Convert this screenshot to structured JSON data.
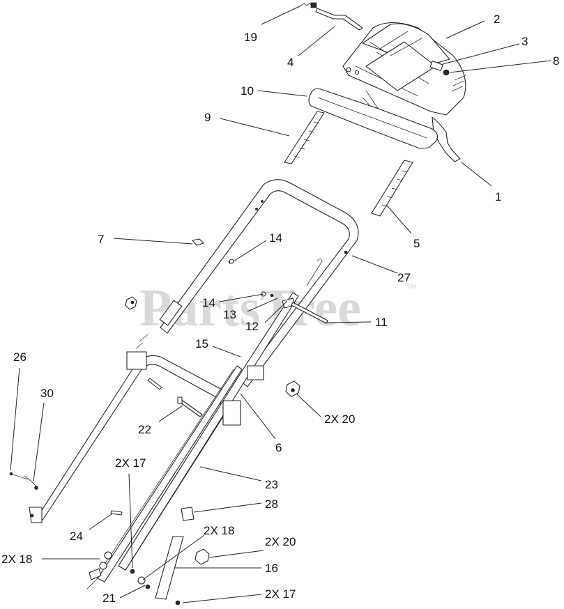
{
  "watermark": {
    "text": "PartsTree",
    "mark": "TM"
  },
  "callouts": [
    {
      "id": "c19",
      "label": "19"
    },
    {
      "id": "c2",
      "label": "2"
    },
    {
      "id": "c3",
      "label": "3"
    },
    {
      "id": "c8",
      "label": "8"
    },
    {
      "id": "c4",
      "label": "4"
    },
    {
      "id": "c10",
      "label": "10"
    },
    {
      "id": "c9",
      "label": "9"
    },
    {
      "id": "c1",
      "label": "1"
    },
    {
      "id": "c5",
      "label": "5"
    },
    {
      "id": "c7",
      "label": "7"
    },
    {
      "id": "c14a",
      "label": "14"
    },
    {
      "id": "c27",
      "label": "27"
    },
    {
      "id": "c14b",
      "label": "14"
    },
    {
      "id": "c13",
      "label": "13"
    },
    {
      "id": "c12",
      "label": "12"
    },
    {
      "id": "c11",
      "label": "11"
    },
    {
      "id": "c15",
      "label": "15"
    },
    {
      "id": "c26",
      "label": "26"
    },
    {
      "id": "c30",
      "label": "30"
    },
    {
      "id": "c2x20a",
      "label": "2X 20"
    },
    {
      "id": "c22",
      "label": "22"
    },
    {
      "id": "c6",
      "label": "6"
    },
    {
      "id": "c2x17a",
      "label": "2X 17"
    },
    {
      "id": "c23",
      "label": "23"
    },
    {
      "id": "c28",
      "label": "28"
    },
    {
      "id": "c24",
      "label": "24"
    },
    {
      "id": "c2x18a",
      "label": "2X 18"
    },
    {
      "id": "c2x20b",
      "label": "2X 20"
    },
    {
      "id": "c2x18b",
      "label": "2X 18"
    },
    {
      "id": "c16",
      "label": "16"
    },
    {
      "id": "c21",
      "label": "21"
    },
    {
      "id": "c2x17b",
      "label": "2X 17"
    }
  ]
}
